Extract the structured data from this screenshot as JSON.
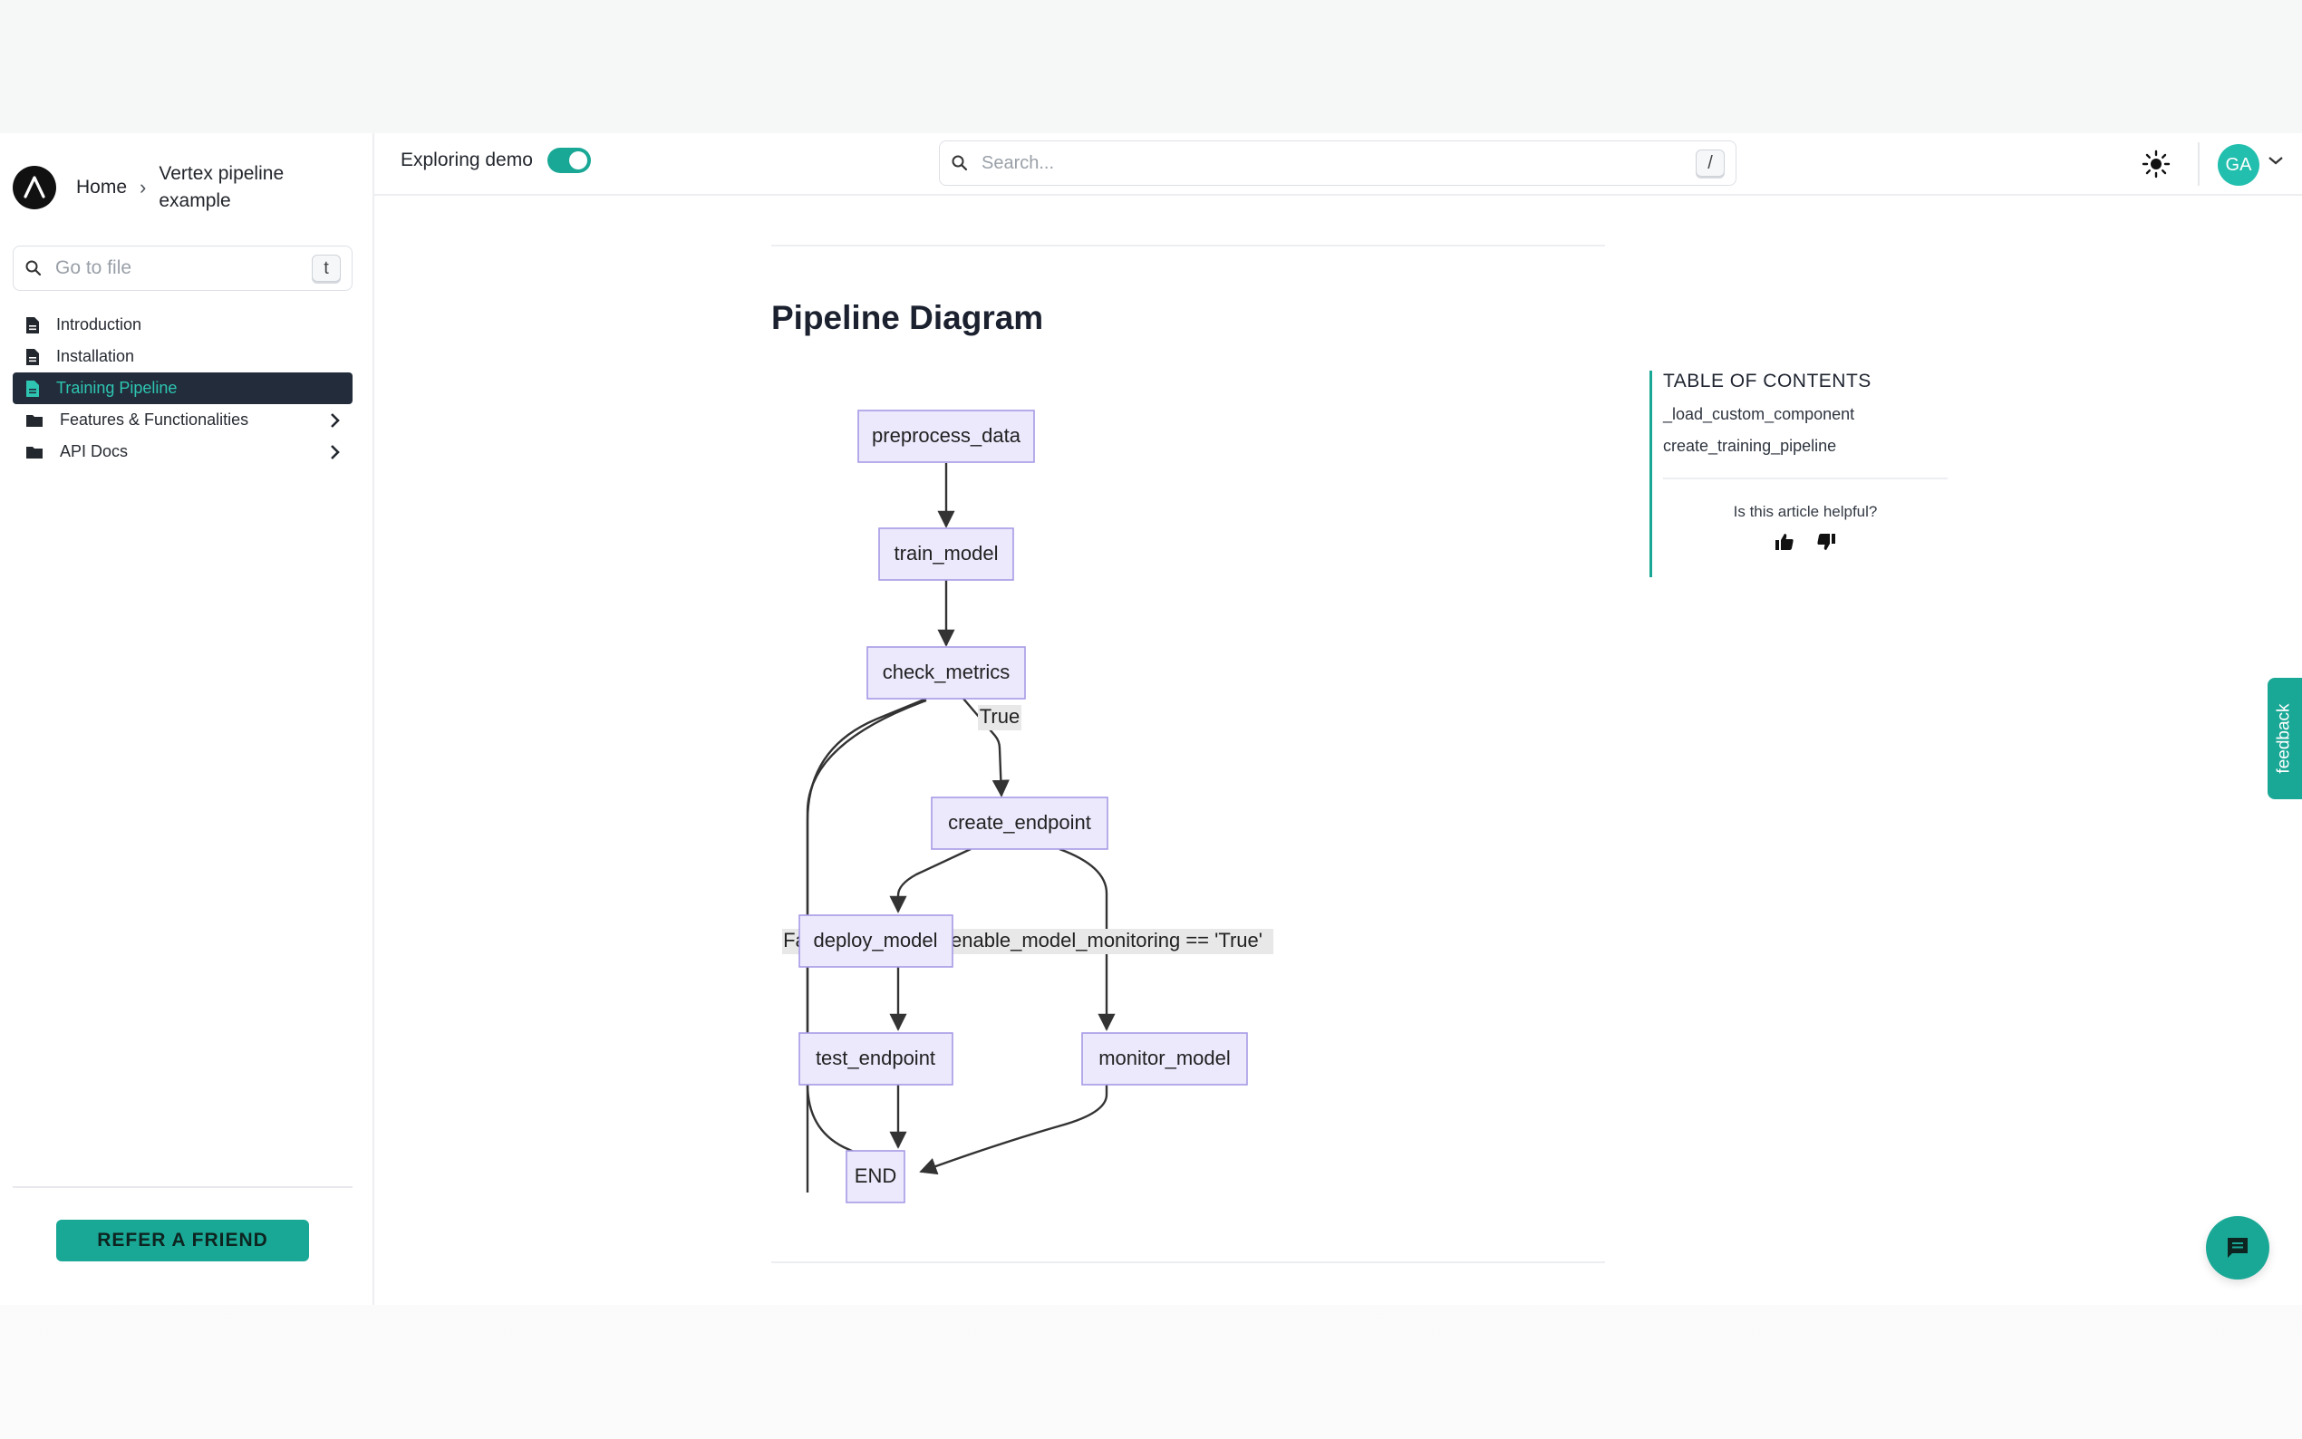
{
  "sidebar": {
    "breadcrumb": {
      "home": "Home",
      "separator": "›",
      "current": "Vertex pipeline example"
    },
    "goto_file": {
      "placeholder": "Go to file",
      "shortcut": "t"
    },
    "items": [
      {
        "label": "Introduction",
        "icon": "file-icon"
      },
      {
        "label": "Installation",
        "icon": "file-icon"
      },
      {
        "label": "Training Pipeline",
        "icon": "file-icon",
        "active": true
      },
      {
        "label": "Features & Functionalities",
        "icon": "folder-icon"
      },
      {
        "label": "API Docs",
        "icon": "folder-icon"
      }
    ],
    "refer_label": "REFER A FRIEND"
  },
  "topbar": {
    "demo_label": "Exploring demo",
    "search": {
      "placeholder": "Search...",
      "shortcut": "/"
    },
    "avatar_initials": "GA"
  },
  "main": {
    "heading": "Pipeline Diagram",
    "diagram": {
      "nodes": {
        "preprocess_data": "preprocess_data",
        "train_model": "train_model",
        "check_metrics": "check_metrics",
        "create_endpoint": "create_endpoint",
        "deploy_model": "deploy_model",
        "test_endpoint": "test_endpoint",
        "monitor_model": "monitor_model",
        "end": "END"
      },
      "edge_labels": {
        "true": "True",
        "false": "False",
        "monitoring": "enable_model_monitoring == 'True'"
      }
    }
  },
  "toc": {
    "title": "TABLE OF CONTENTS",
    "links": [
      "_load_custom_component",
      "create_training_pipeline"
    ],
    "helpful": "Is this article helpful?"
  },
  "feedback_label": "feedback",
  "colors": {
    "accent": "#1aa896",
    "node_fill": "#ece9fd",
    "node_stroke": "#a79be6",
    "active_bg": "#222c3a"
  }
}
